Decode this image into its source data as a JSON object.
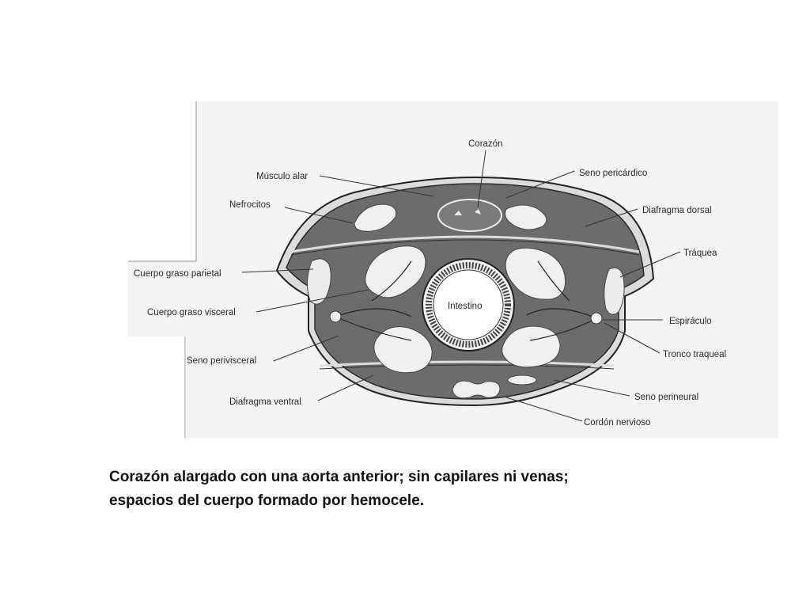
{
  "diagram": {
    "labels": {
      "corazon": "Corazón",
      "musculo_alar": "Músculo alar",
      "seno_pericardico": "Seno pericárdico",
      "nefrocitos": "Nefrocitos",
      "diafragma_dorsal": "Diafragma dorsal",
      "traquea": "Tráquea",
      "cuerpo_graso_parietal": "Cuerpo graso parietal",
      "intestino": "Intestino",
      "cuerpo_graso_visceral": "Cuerpo graso visceral",
      "espiraculo": "Espiráculo",
      "tronco_traqueal": "Tronco traqueal",
      "seno_perivisceral": "Seno perivisceral",
      "seno_perineural": "Seno perineural",
      "diafragma_ventral": "Diafragma ventral",
      "cordon_nervioso": "Cordón nervioso"
    }
  },
  "caption": {
    "line1": "Corazón alargado con una aorta anterior; sin capilares ni venas;",
    "line2": "espacios del cuerpo formado por hemocele."
  }
}
